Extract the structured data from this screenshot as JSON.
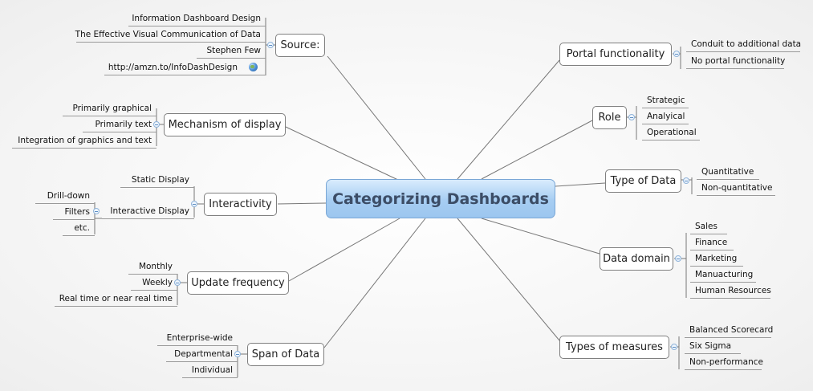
{
  "center": "Categorizing Dashboards",
  "source": {
    "label": "Source:",
    "items": [
      "Information Dashboard Design",
      "The Effective Visual Communication of Data",
      "Stephen Few",
      "http://amzn.to/InfoDashDesign"
    ],
    "link_icon": "globe-icon"
  },
  "mechanism": {
    "label": "Mechanism of display",
    "items": [
      "Primarily graphical",
      "Primarily text",
      "Integration of graphics and text"
    ]
  },
  "interactivity": {
    "label": "Interactivity",
    "items": [
      "Static Display",
      "Interactive Display"
    ],
    "interactive_children": [
      "Drill-down",
      "Filters",
      "etc."
    ]
  },
  "update": {
    "label": "Update frequency",
    "items": [
      "Monthly",
      "Weekly",
      "Real time or near real time"
    ]
  },
  "span": {
    "label": "Span of Data",
    "items": [
      "Enterprise-wide",
      "Departmental",
      "Individual"
    ]
  },
  "portal": {
    "label": "Portal functionality",
    "items": [
      "Conduit to additional data",
      "No portal functionality"
    ]
  },
  "role": {
    "label": "Role",
    "items": [
      "Strategic",
      "Analyical",
      "Operational"
    ]
  },
  "type_of_data": {
    "label": "Type of Data",
    "items": [
      "Quantitative",
      "Non-quantitative"
    ]
  },
  "domain": {
    "label": "Data domain",
    "items": [
      "Sales",
      "Finance",
      "Marketing",
      "Manuacturing",
      "Human Resources"
    ]
  },
  "measures": {
    "label": "Types of measures",
    "items": [
      "Balanced Scorecard",
      "Six Sigma",
      "Non-performance"
    ]
  }
}
